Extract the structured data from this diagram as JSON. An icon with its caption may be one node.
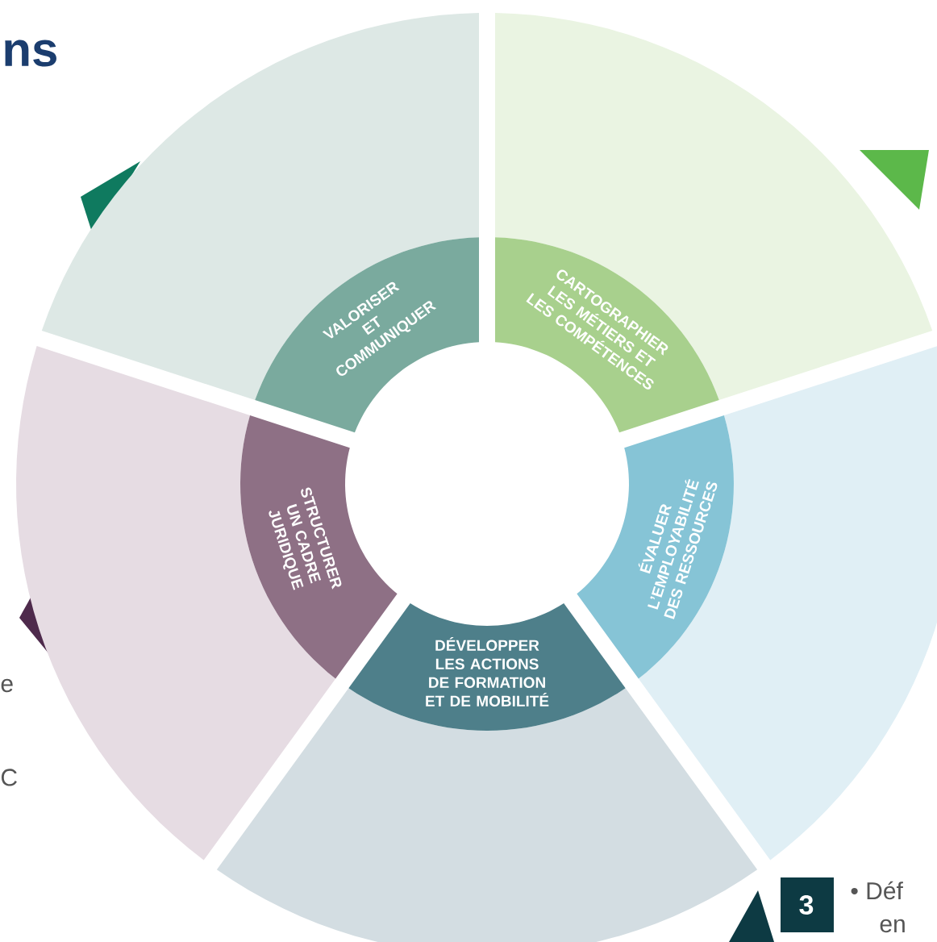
{
  "diagram": {
    "title": "ns",
    "nodes": [
      {
        "text": [
          "VALORISER ET COMMUNIQUER"
        ]
      },
      {
        "text": [
          "CARTOGRAPHIER LES MÉTIERS ET LES COMPÉTENCES"
        ]
      },
      {
        "text": [
          "ÉVALUER L’EMPLOYABILITÉ DES RESSOURCES"
        ]
      },
      {
        "text": [
          "DÉVELOPPER LES ACTIONS DE FORMATION ET DE MOBILITÉ"
        ]
      },
      {
        "text": [
          "STRUCTURER UN CADRE JURIDIQUE"
        ]
      }
    ],
    "labels": [
      "e",
      "C",
      "3",
      "• Déf",
      "en"
    ]
  }
}
